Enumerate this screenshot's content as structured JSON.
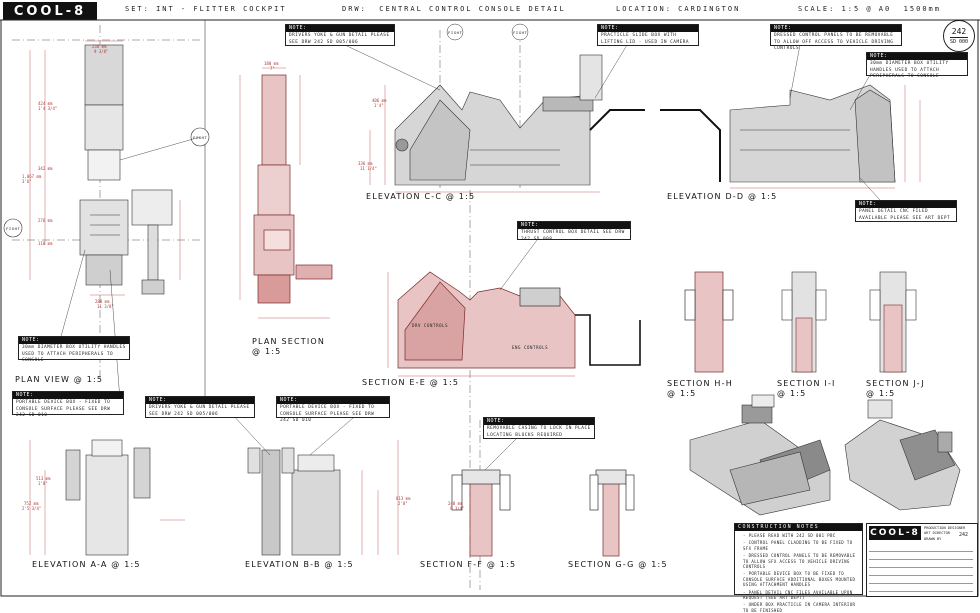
{
  "header": {
    "logo": "COOL-8",
    "set_label": "SET:",
    "set_value": "INT - FLITTER COCKPIT",
    "drw_label": "DRW:",
    "drw_value": "CENTRAL CONTROL CONSOLE DETAIL",
    "location_label": "LOCATION:",
    "location_value": "CARDINGTON",
    "scale_label": "SCALE:",
    "scale_value": "1:5 @ A0",
    "scale_size": "1500mm",
    "sheet_number": "242",
    "sheet_sub": "SD 000"
  },
  "notes": [
    {
      "title": "NOTE:",
      "text": "DRIVERS YOKE & GUN DETAIL PLEASE SEE DRW 242 SD 005/006"
    },
    {
      "title": "NOTE:",
      "text": "PRACTICLE SLIDE BOX WITH LIFTING LID - USED IN CAMERA"
    },
    {
      "title": "NOTE:",
      "text": "DRESSED CONTROL PANELS TO BE REMOVABLE TO ALLOW OFF ACCESS TO VEHICLE DRIVING CONTROLS"
    },
    {
      "title": "NOTE:",
      "text": "30mm DIAMETER BOX UTILITY HANDLES USED TO ATTACH PERIPHERALS TO CONSOLE"
    },
    {
      "title": "NOTE:",
      "text": "PANEL DETAIL CNC FILED AVAILABLE PLEASE SEE ART DEPT"
    },
    {
      "title": "NOTE:",
      "text": "THRUST CONTROL BOX DETAIL SEE DRW 242 SD 008"
    },
    {
      "title": "NOTE:",
      "text": "30mm DIAMETER BOX UTILITY HANDLES USED TO ATTACH PERIPHERALS TO CONSOLE"
    },
    {
      "title": "NOTE:",
      "text": "PORTABLE DEVICE BOX - FIXED TO CONSOLE SURFACE PLEASE SEE DRW 242 SD 010"
    },
    {
      "title": "NOTE:",
      "text": "DRIVERS YOKE & GUN DETAIL PLEASE SEE DRW 242 SD 005/006"
    },
    {
      "title": "NOTE:",
      "text": "PORTABLE DEVICE BOX - FIXED TO CONSOLE SURFACE PLEASE SEE DRW 242 SD 010"
    },
    {
      "title": "NOTE:",
      "text": "REMOVABLE CASING TO LOCK IN PLACE LOCATING BLOCKS REQUIRED"
    }
  ],
  "views": {
    "plan_view": "PLAN VIEW @ 1:5",
    "plan_section": "PLAN SECTION",
    "plan_section_scale": "@ 1:5",
    "elev_cc": "ELEVATION C-C @ 1:5",
    "elev_dd": "ELEVATION D-D @ 1:5",
    "section_ee": "SECTION E-E @ 1:5",
    "section_hh": "SECTION H-H",
    "section_ii": "SECTION I-I",
    "section_jj": "SECTION J-J",
    "scale_sub": "@ 1:5",
    "elev_aa": "ELEVATION A-A @ 1:5",
    "elev_bb": "ELEVATION B-B @ 1:5",
    "section_ff": "SECTION F-F @ 1:5",
    "section_gg": "SECTION G-G @ 1:5"
  },
  "markers": {
    "fight": "FIGHT",
    "dim_samples": [
      "238 mm",
      "9 3/8\"",
      "424 mm",
      "1'4 3/4\"",
      "342 mm",
      "1,067 mm",
      "3'6\"",
      "276 mm",
      "110 mm",
      "288 mm",
      "11 3/8\"",
      "180 mm",
      "7\"",
      "406 mm",
      "1'4\"",
      "336 mm",
      "11 1/4\"",
      "513 mm",
      "1'8\"",
      "752 mm",
      "2'5 3/4\"",
      "813 mm",
      "2'8\"",
      "248 mm",
      "9 3/4\""
    ]
  },
  "section_labels": {
    "left": "DRV CONTROLS",
    "right": "ENG CONTROLS"
  },
  "construction_notes": {
    "title": "CONSTRUCTION NOTES",
    "items": [
      "- PLEASE READ WITH 242 SD 001 PBC",
      "- CONTROL PANEL CLADDING TO BE FIXED TO SFX FRAME",
      "- DRESSED CONTROL PANELS TO BE REMOVABLE TO ALLOW SFX ACCESS TO VEHICLE DRIVING CONTROLS",
      "- PORTABLE DEVICE BOX TO BE FIXED TO CONSOLE SURFACE ADDITIONAL BOXES MOUNTED USING ATTACHMENT HANDLES",
      "- PANEL DETAIL CNC FILES AVAILABLE UPON REQUEST (SEE ART DEPT)",
      "- UNDER BOX PRACTICLE IN CAMERA INTERIOR TO BE FINISHED"
    ]
  },
  "title_block": {
    "logo": "COOL-8",
    "info_lines": [
      "PRODUCTION DESIGNER",
      "ART DIRECTOR",
      "DRAWN BY"
    ],
    "drawing_no": "242"
  },
  "colors": {
    "ink": "#222222",
    "red": "#b23a3a",
    "pink": "#e8c4c4",
    "grey": "#cfcfcf",
    "darkgrey": "#8a8a8a"
  }
}
